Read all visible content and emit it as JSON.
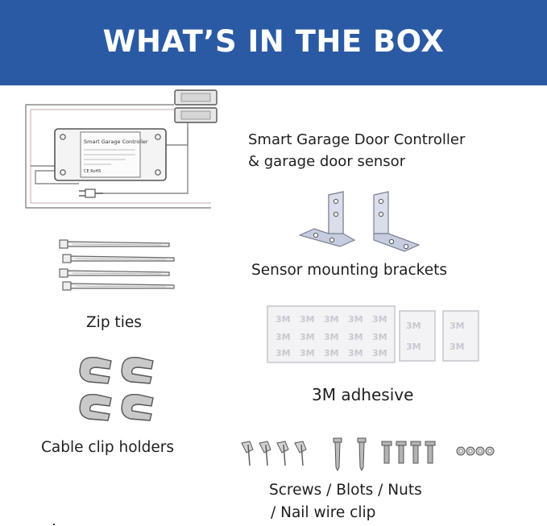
{
  "banner": {
    "title": "WHAT’S IN THE BOX",
    "background": "#2a5aa3"
  },
  "items": {
    "controller": {
      "line1": "Smart Garage Door Controller",
      "line2": "& garage door sensor",
      "device_label": "Smart Garage Controller",
      "device_badge": "CE RoHS"
    },
    "brackets": {
      "label": "Sensor mounting brackets"
    },
    "zip_ties": {
      "label": "Zip ties"
    },
    "adhesive": {
      "label": "3M adhesive",
      "pad_mark": "3M"
    },
    "clips": {
      "label": "Cable clip holders"
    },
    "screws": {
      "line1": "Screws / Blots / Nuts",
      "line2": "/ Nail wire clip"
    }
  },
  "icons": {
    "controller": "smart-controller-icon",
    "sensor": "magnetic-sensor-icon",
    "plug": "power-plug-icon",
    "brackets": "l-bracket-icon",
    "zip_ties": "zip-tie-icon",
    "adhesive": "adhesive-pad-icon",
    "clips": "cable-clip-icon",
    "screws": "screw-icon"
  }
}
